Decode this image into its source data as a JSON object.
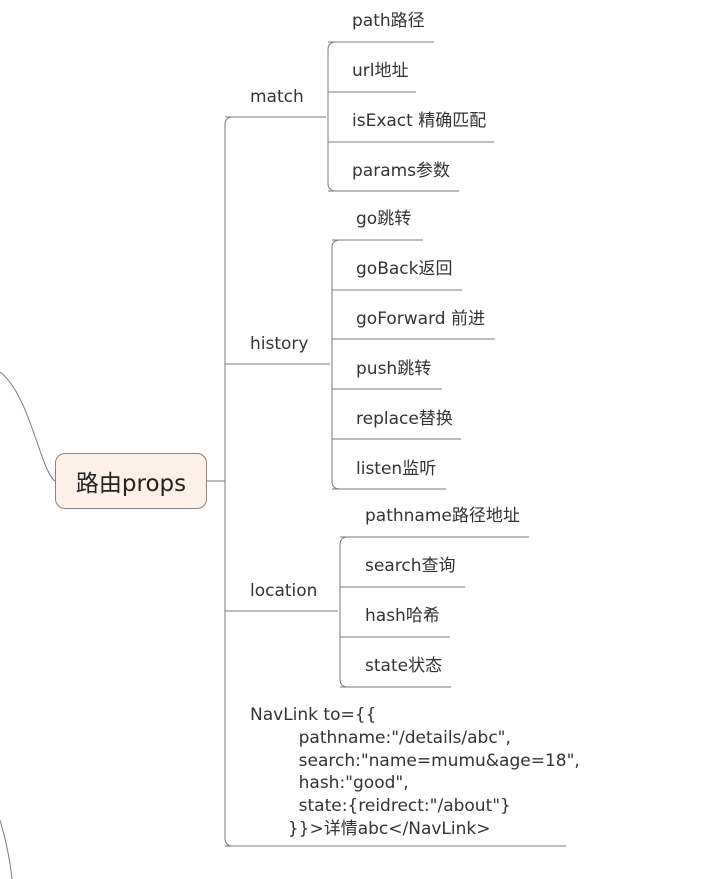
{
  "root": "路由props",
  "branches": [
    {
      "label": "match",
      "children": [
        "path路径",
        "url地址",
        "isExact 精确匹配",
        "params参数"
      ]
    },
    {
      "label": "history",
      "children": [
        "go跳转",
        "goBack返回",
        "goForward 前进",
        "push跳转",
        "replace替换",
        "listen监听"
      ]
    },
    {
      "label": "location",
      "children": [
        "pathname路径地址",
        "search查询",
        "hash哈希",
        "state状态"
      ]
    }
  ],
  "navlink": {
    "lines": [
      "NavLink to={{",
      "         pathname:\"/details/abc\",",
      "         search:\"name=mumu&age=18\",",
      "         hash:\"good\",",
      "         state:{reidrect:\"/about\"}",
      "       }}>详情abc</NavLink>"
    ]
  },
  "colors": {
    "line": "#7b7b7b",
    "root_fill": "#fdf0e6",
    "root_border": "#8a8580",
    "text": "#333333"
  }
}
